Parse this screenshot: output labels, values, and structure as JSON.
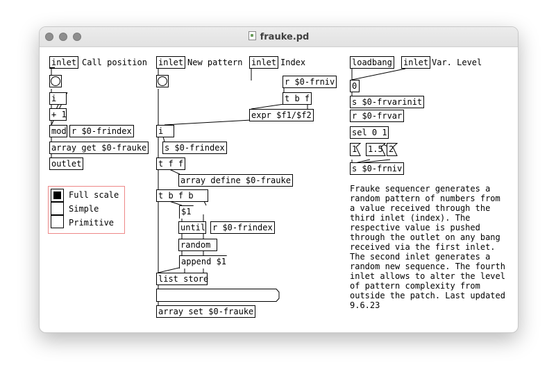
{
  "window": {
    "title": "frauke.pd"
  },
  "objects": {
    "inlet1": "inlet",
    "inlet1_label": "Call position",
    "i1": "i",
    "plus1": "+ 1",
    "mod": "mod",
    "r_frindex1": "r $0-frindex",
    "array_get": "array get $0-frauke",
    "outlet": "outlet",
    "inlet2": "inlet",
    "inlet2_label": "New pattern",
    "inlet3": "inlet",
    "inlet3_label": "Index",
    "r_frniv": "r $0-frniv",
    "tbf1": "t b f",
    "expr": "expr $f1/$f2",
    "i2": "i",
    "s_frindex": "s $0-frindex",
    "tff": "t f f",
    "array_define": "array define $0-frauke",
    "tbfb": "t b f b",
    "msg_dollar1": "$1",
    "until": "until",
    "r_frindex2": "r $0-frindex",
    "random": "random",
    "append": "append $1",
    "list_store": "list store",
    "array_set": "array set $0-frauke",
    "loadbang": "loadbang",
    "inlet4": "inlet",
    "inlet4_label": "Var. Level",
    "num0": "0",
    "s_frvarinit": "s $0-frvarinit",
    "r_frvar": "r $0-frvar",
    "sel": "sel 0 1",
    "msg1": "1",
    "msg15": "1.5",
    "msg2": "2",
    "s_frniv": "s $0-frniv"
  },
  "radio": {
    "options": [
      "Full scale",
      "Simple",
      "Primitive"
    ],
    "selected": 0
  },
  "comment": "Frauke sequencer generates a\nrandom pattern of numbers from\na value received through the\nthird inlet (index). The\nrespective value is pushed\nthrough the outlet on any bang\nreceived via the first inlet.\nThe second inlet generates a\nrandom new sequence. The fourth\ninlet allows to alter the level\nof pattern complexity from\noutside the patch. Last updated\n9.6.23",
  "colors": {
    "radio_border": "#ee8888",
    "traffic_light": "#8e8e8e"
  }
}
